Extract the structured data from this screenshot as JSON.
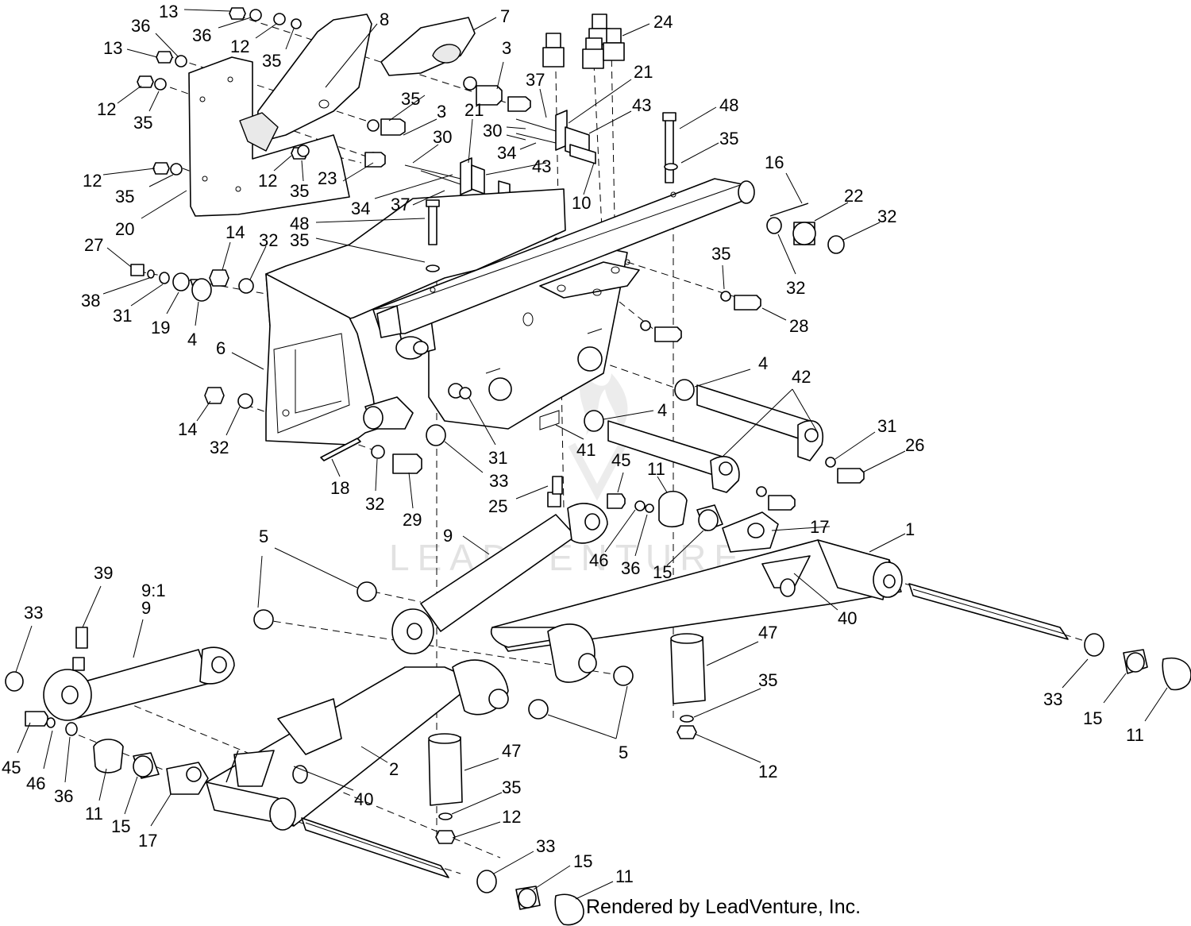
{
  "watermark": "LEADVENTURE",
  "credit": "Rendered by LeadVenture, Inc.",
  "callouts": [
    {
      "text": "13"
    },
    {
      "text": "36"
    },
    {
      "text": "12"
    },
    {
      "text": "35"
    },
    {
      "text": "8"
    },
    {
      "text": "7"
    },
    {
      "text": "24"
    },
    {
      "text": "36"
    },
    {
      "text": "13"
    },
    {
      "text": "3"
    },
    {
      "text": "37"
    },
    {
      "text": "21"
    },
    {
      "text": "12"
    },
    {
      "text": "35"
    },
    {
      "text": "35"
    },
    {
      "text": "3"
    },
    {
      "text": "21"
    },
    {
      "text": "43"
    },
    {
      "text": "48"
    },
    {
      "text": "30"
    },
    {
      "text": "30"
    },
    {
      "text": "35"
    },
    {
      "text": "34"
    },
    {
      "text": "16"
    },
    {
      "text": "12"
    },
    {
      "text": "35"
    },
    {
      "text": "12"
    },
    {
      "text": "35"
    },
    {
      "text": "23"
    },
    {
      "text": "43"
    },
    {
      "text": "10"
    },
    {
      "text": "34"
    },
    {
      "text": "37"
    },
    {
      "text": "22"
    },
    {
      "text": "32"
    },
    {
      "text": "20"
    },
    {
      "text": "48"
    },
    {
      "text": "35"
    },
    {
      "text": "27"
    },
    {
      "text": "14"
    },
    {
      "text": "32"
    },
    {
      "text": "35"
    },
    {
      "text": "32"
    },
    {
      "text": "38"
    },
    {
      "text": "31"
    },
    {
      "text": "19"
    },
    {
      "text": "4"
    },
    {
      "text": "28"
    },
    {
      "text": "6"
    },
    {
      "text": "4"
    },
    {
      "text": "42"
    },
    {
      "text": "4"
    },
    {
      "text": "31"
    },
    {
      "text": "26"
    },
    {
      "text": "14"
    },
    {
      "text": "32"
    },
    {
      "text": "31"
    },
    {
      "text": "41"
    },
    {
      "text": "18"
    },
    {
      "text": "32"
    },
    {
      "text": "33"
    },
    {
      "text": "45"
    },
    {
      "text": "11"
    },
    {
      "text": "29"
    },
    {
      "text": "25"
    },
    {
      "text": "17"
    },
    {
      "text": "1"
    },
    {
      "text": "5"
    },
    {
      "text": "9"
    },
    {
      "text": "46"
    },
    {
      "text": "36"
    },
    {
      "text": "15"
    },
    {
      "text": "40"
    },
    {
      "text": "39"
    },
    {
      "text": "9:1"
    },
    {
      "text": "9"
    },
    {
      "text": "33"
    },
    {
      "text": "47"
    },
    {
      "text": "35"
    },
    {
      "text": "33"
    },
    {
      "text": "15"
    },
    {
      "text": "11"
    },
    {
      "text": "12"
    },
    {
      "text": "5"
    },
    {
      "text": "2"
    },
    {
      "text": "47"
    },
    {
      "text": "40"
    },
    {
      "text": "35"
    },
    {
      "text": "12"
    },
    {
      "text": "45"
    },
    {
      "text": "46"
    },
    {
      "text": "36"
    },
    {
      "text": "11"
    },
    {
      "text": "15"
    },
    {
      "text": "17"
    },
    {
      "text": "33"
    },
    {
      "text": "15"
    },
    {
      "text": "11"
    }
  ]
}
